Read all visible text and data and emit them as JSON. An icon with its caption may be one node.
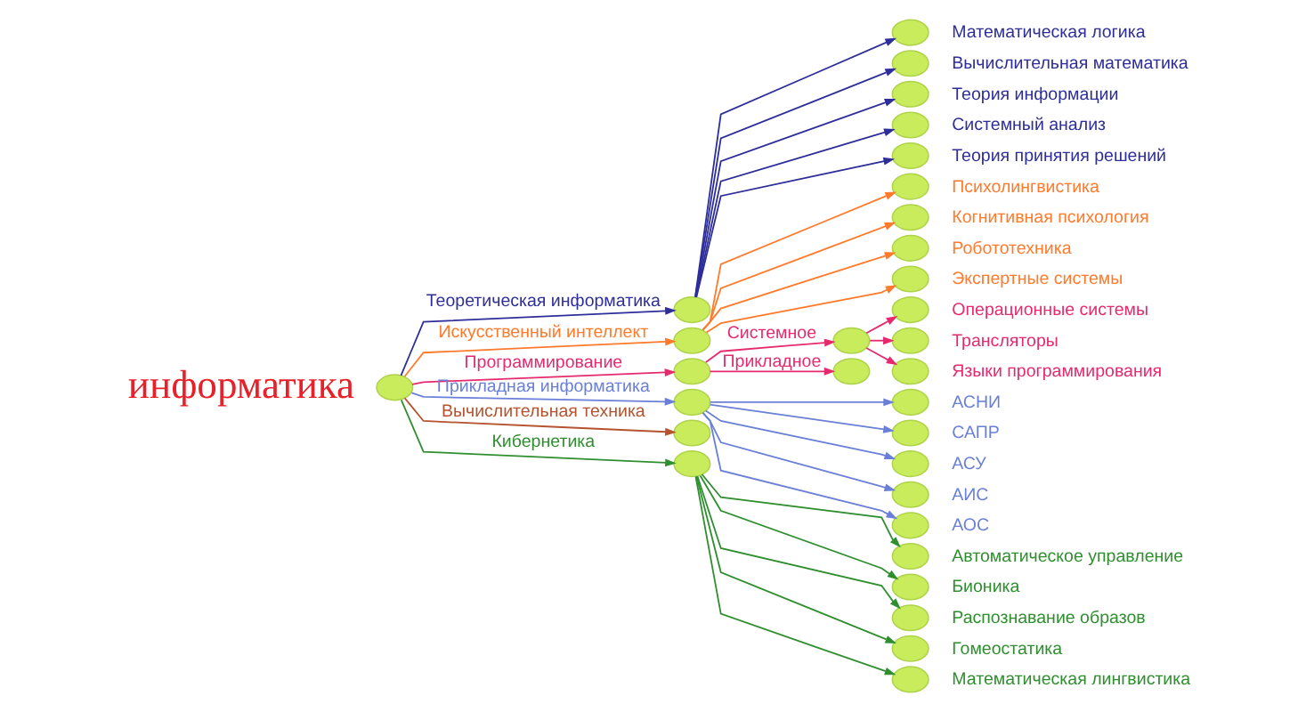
{
  "diagram": {
    "nodes": [
      {
        "text": [],
        "shape": "circle",
        "beside": [
          "информатика"
        ]
      },
      {
        "text": [],
        "shape": "circle"
      },
      {
        "text": [],
        "shape": "circle",
        "beside": [
          "Математическая логика"
        ]
      },
      {
        "text": [],
        "shape": "circle",
        "beside": [
          "Вычислительная математика"
        ]
      },
      {
        "text": [],
        "shape": "circle",
        "beside": [
          "Теория информации"
        ]
      },
      {
        "text": [],
        "shape": "circle",
        "beside": [
          "Системный анализ"
        ]
      },
      {
        "text": [],
        "shape": "circle",
        "beside": [
          "Теория принятия решений"
        ]
      },
      {
        "text": [],
        "shape": "circle"
      },
      {
        "text": [],
        "shape": "circle",
        "beside": [
          "Психолингвистика"
        ]
      },
      {
        "text": [],
        "shape": "circle",
        "beside": [
          "Когнитивная психология"
        ]
      },
      {
        "text": [],
        "shape": "circle",
        "beside": [
          "Робототехника"
        ]
      },
      {
        "text": [],
        "shape": "circle",
        "beside": [
          "Экспертные системы"
        ]
      },
      {
        "text": [],
        "shape": "circle"
      },
      {
        "text": [],
        "shape": "circle"
      },
      {
        "text": [],
        "shape": "circle",
        "beside": [
          "Операционные системы"
        ]
      },
      {
        "text": [],
        "shape": "circle",
        "beside": [
          "Трансляторы"
        ]
      },
      {
        "text": [],
        "shape": "circle",
        "beside": [
          "Языки программирования"
        ]
      },
      {
        "text": [],
        "shape": "circle"
      },
      {
        "text": [],
        "shape": "circle"
      },
      {
        "text": [],
        "shape": "circle",
        "beside": [
          "АСНИ"
        ]
      },
      {
        "text": [],
        "shape": "circle",
        "beside": [
          "САПР"
        ]
      },
      {
        "text": [],
        "shape": "circle",
        "beside": [
          "АСУ"
        ]
      },
      {
        "text": [],
        "shape": "circle",
        "beside": [
          "АИС"
        ]
      },
      {
        "text": [],
        "shape": "circle",
        "beside": [
          "АОС"
        ]
      },
      {
        "text": [],
        "shape": "circle"
      },
      {
        "text": [],
        "shape": "circle"
      },
      {
        "text": [],
        "shape": "circle",
        "beside": [
          "Автоматическое управление"
        ]
      },
      {
        "text": [],
        "shape": "circle",
        "beside": [
          "Бионика"
        ]
      },
      {
        "text": [],
        "shape": "circle",
        "beside": [
          "Распознавание образов"
        ]
      },
      {
        "text": [],
        "shape": "circle",
        "beside": [
          "Гомеостатика"
        ]
      },
      {
        "text": [],
        "shape": "circle",
        "beside": [
          "Математическая лингвистика"
        ]
      }
    ],
    "edges": [
      {
        "from": 0,
        "to": 1,
        "arrow": "to",
        "label": "Теоретическая информатика",
        "color": "#2e2e9a"
      },
      {
        "from": 1,
        "to": 2,
        "arrow": "to",
        "color": "#2e2e9a"
      },
      {
        "from": 1,
        "to": 3,
        "arrow": "to",
        "color": "#2e2e9a"
      },
      {
        "from": 1,
        "to": 4,
        "arrow": "to",
        "color": "#2e2e9a"
      },
      {
        "from": 1,
        "to": 5,
        "arrow": "to",
        "color": "#2e2e9a"
      },
      {
        "from": 1,
        "to": 6,
        "arrow": "to",
        "color": "#2e2e9a"
      },
      {
        "from": 0,
        "to": 7,
        "arrow": "to",
        "label": "Искусственный интеллект",
        "color": "#ff7a2a"
      },
      {
        "from": 7,
        "to": 8,
        "arrow": "to",
        "color": "#ff7a2a"
      },
      {
        "from": 7,
        "to": 9,
        "arrow": "to",
        "color": "#ff7a2a"
      },
      {
        "from": 7,
        "to": 10,
        "arrow": "to",
        "color": "#ff7a2a"
      },
      {
        "from": 7,
        "to": 11,
        "arrow": "to",
        "color": "#ff7a2a"
      },
      {
        "from": 0,
        "to": 12,
        "arrow": "to",
        "label": "Программирование",
        "color": "#e62a6e"
      },
      {
        "from": 12,
        "to": 13,
        "arrow": "to",
        "label": "Системное",
        "color": "#e62a6e"
      },
      {
        "from": 13,
        "to": 14,
        "arrow": "to",
        "color": "#e62a6e"
      },
      {
        "from": 13,
        "to": 15,
        "arrow": "to",
        "color": "#e62a6e"
      },
      {
        "from": 13,
        "to": 16,
        "arrow": "to",
        "color": "#e62a6e"
      },
      {
        "from": 12,
        "to": 17,
        "arrow": "to",
        "label": "Прикладное",
        "color": "#e62a6e"
      },
      {
        "from": 0,
        "to": 18,
        "arrow": "to",
        "label": "Прикладная информатика",
        "color": "#6a7fd8"
      },
      {
        "from": 18,
        "to": 19,
        "arrow": "to",
        "color": "#6a7fd8"
      },
      {
        "from": 18,
        "to": 20,
        "arrow": "to",
        "color": "#6a7fd8"
      },
      {
        "from": 18,
        "to": 21,
        "arrow": "to",
        "color": "#6a7fd8"
      },
      {
        "from": 18,
        "to": 22,
        "arrow": "to",
        "color": "#6a7fd8"
      },
      {
        "from": 18,
        "to": 23,
        "arrow": "to",
        "color": "#6a7fd8"
      },
      {
        "from": 0,
        "to": 24,
        "arrow": "to",
        "label": "Вычислительная техника",
        "color": "#b5532e"
      },
      {
        "from": 0,
        "to": 25,
        "arrow": "to",
        "label": "Кибернетика",
        "color": "#2f8f2f"
      },
      {
        "from": 25,
        "to": 26,
        "arrow": "to",
        "color": "#2f8f2f"
      },
      {
        "from": 25,
        "to": 27,
        "arrow": "to",
        "color": "#2f8f2f"
      },
      {
        "from": 25,
        "to": 28,
        "arrow": "to",
        "color": "#2f8f2f"
      },
      {
        "from": 25,
        "to": 29,
        "arrow": "to",
        "color": "#2f8f2f"
      },
      {
        "from": 25,
        "to": 30,
        "arrow": "to",
        "color": "#2f8f2f"
      }
    ]
  }
}
